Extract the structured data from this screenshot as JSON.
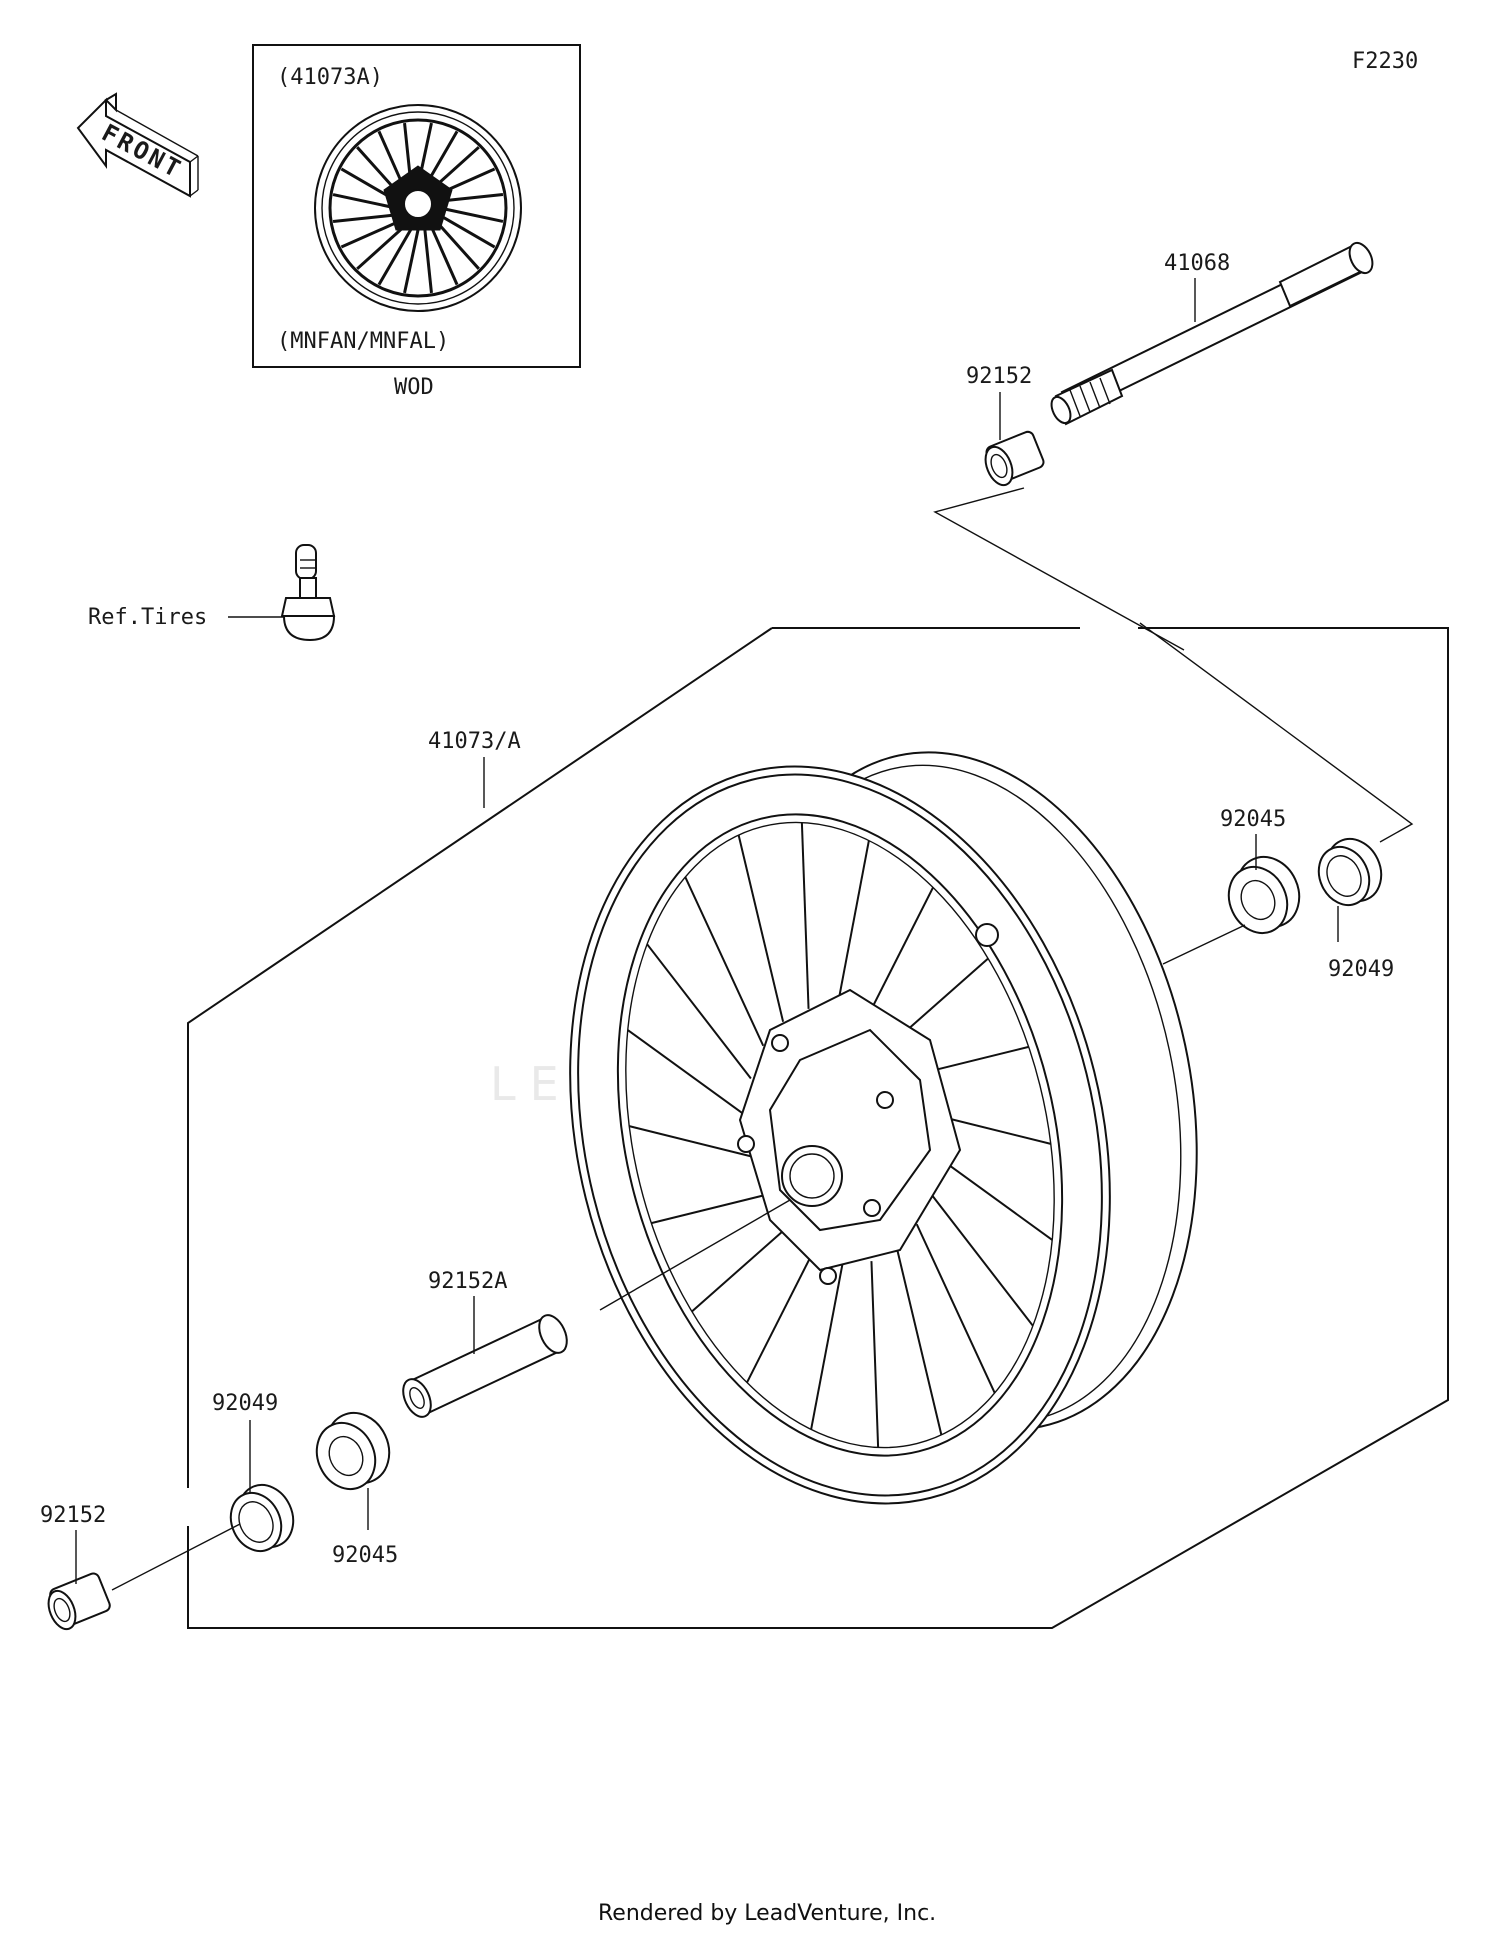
{
  "figure_code": "F2230",
  "front_label": "FRONT",
  "inset": {
    "part_ref": "(41073A)",
    "models": "(MNFAN/MNFAL)",
    "caption": "WOD"
  },
  "callouts": {
    "axle": "41068",
    "collar_top": "92152",
    "ref_tires": "Ref.Tires",
    "wheel": "41073/A",
    "bearing_right": "92045",
    "seal_right": "92049",
    "spacer": "92152A",
    "seal_left": "92049",
    "collar_bottom": "92152",
    "bearing_left": "92045"
  },
  "watermark": "LEADVENTURE",
  "footer": "Rendered by LeadVenture, Inc."
}
